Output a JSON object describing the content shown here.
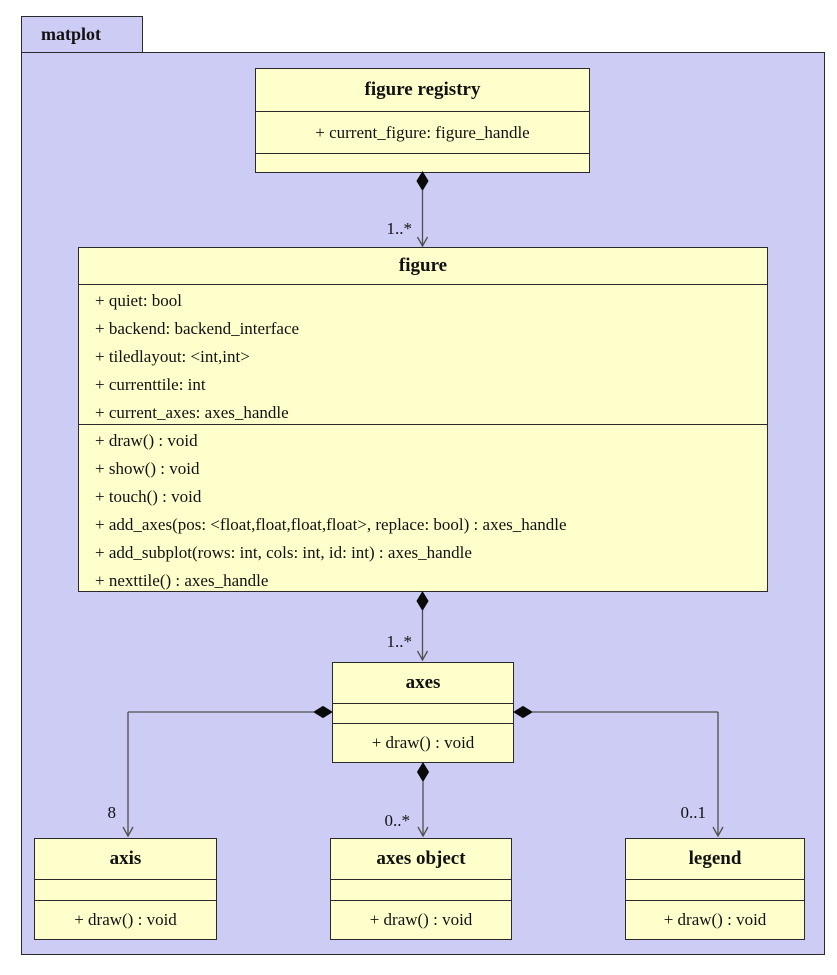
{
  "package": {
    "name": "matplot"
  },
  "colors": {
    "package_fill": "#ccccf4",
    "class_fill": "#ffffcc",
    "border": "#2a2a2a",
    "connector": "#4f4f4f"
  },
  "classes": [
    {
      "title": "figure registry",
      "attributes": [
        "+ current_figure: figure_handle"
      ],
      "methods": []
    },
    {
      "title": "figure",
      "attributes": [
        "+ quiet: bool",
        "+ backend: backend_interface",
        "+ tiledlayout: <int,int>",
        "+ currenttile: int",
        "+ current_axes: axes_handle"
      ],
      "methods": [
        "+ draw() : void",
        "+ show() : void",
        "+ touch() : void",
        "+ add_axes(pos: <float,float,float,float>, replace: bool) : axes_handle",
        "+ add_subplot(rows: int, cols: int, id: int) : axes_handle",
        "+ nexttile() : axes_handle"
      ]
    },
    {
      "title": "axes",
      "attributes": [],
      "methods": [
        "+ draw() : void"
      ]
    },
    {
      "title": "axis",
      "attributes": [],
      "methods": [
        "+ draw() : void"
      ]
    },
    {
      "title": "axes object",
      "attributes": [],
      "methods": [
        "+ draw() : void"
      ]
    },
    {
      "title": "legend",
      "attributes": [],
      "methods": [
        "+ draw() : void"
      ]
    }
  ],
  "relations": [
    {
      "from": "figure registry",
      "to": "figure",
      "type": "composition",
      "multiplicity": "1..*"
    },
    {
      "from": "figure",
      "to": "axes",
      "type": "composition",
      "multiplicity": "1..*"
    },
    {
      "from": "axes",
      "to": "axis",
      "type": "composition",
      "multiplicity": "8"
    },
    {
      "from": "axes",
      "to": "axes object",
      "type": "composition",
      "multiplicity": "0..*"
    },
    {
      "from": "axes",
      "to": "legend",
      "type": "composition",
      "multiplicity": "0..1"
    }
  ]
}
